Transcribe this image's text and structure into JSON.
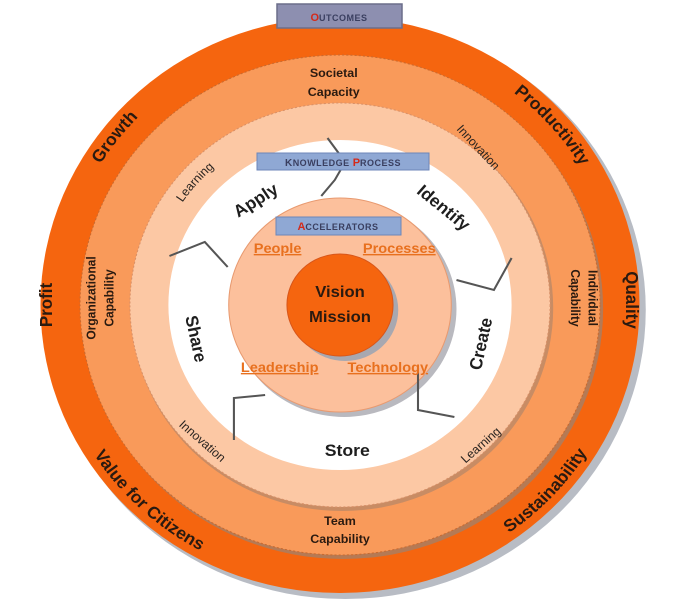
{
  "diagram": {
    "colors": {
      "outer_ring": "#f5650f",
      "capability_ring": "#f99a5a",
      "knowledge_ring": "#fcc8a4",
      "process_ring": "#ffffff",
      "accelerator_ring": "#fcc09c",
      "center": "#f5650f",
      "banner_fill": "#8fa8d4",
      "banner_outcomes_fill": "#8d8fb0",
      "accent_red": "#d42a1a",
      "accent_orange_text": "#e8701e",
      "divider": "#555555"
    },
    "outcomes_banner": {
      "initial": "O",
      "rest": "UTCOMES"
    },
    "outcomes": [
      {
        "label": "Growth"
      },
      {
        "label": "Productivity"
      },
      {
        "label": "Quality"
      },
      {
        "label": "Sustainability"
      },
      {
        "label": "Value for Citizens"
      },
      {
        "label": "Profit"
      }
    ],
    "capabilities": [
      {
        "line1": "Societal",
        "line2": "Capacity"
      },
      {
        "line1": "Individual",
        "line2": "Capability"
      },
      {
        "line1": "Team",
        "line2": "Capability"
      },
      {
        "line1": "Organizational",
        "line2": "Capability"
      }
    ],
    "knowledge_activities": [
      {
        "label": "Learning"
      },
      {
        "label": "Innovation"
      },
      {
        "label": "Learning"
      },
      {
        "label": "Innovation"
      }
    ],
    "knowledge_process_banner": {
      "initial_1": "K",
      "rest_1": "NOWLEDGE ",
      "initial_2": "P",
      "rest_2": "ROCESS"
    },
    "processes": [
      {
        "label": "Apply"
      },
      {
        "label": "Identify"
      },
      {
        "label": "Create"
      },
      {
        "label": "Store"
      },
      {
        "label": "Share"
      }
    ],
    "accelerators_banner": {
      "initial": "A",
      "rest": "CCELERATORS"
    },
    "accelerators": [
      {
        "label": "People"
      },
      {
        "label": "Processes"
      },
      {
        "label": "Leadership"
      },
      {
        "label": "Technology"
      }
    ],
    "center": {
      "line1": "Vision",
      "line2": "Mission"
    }
  }
}
